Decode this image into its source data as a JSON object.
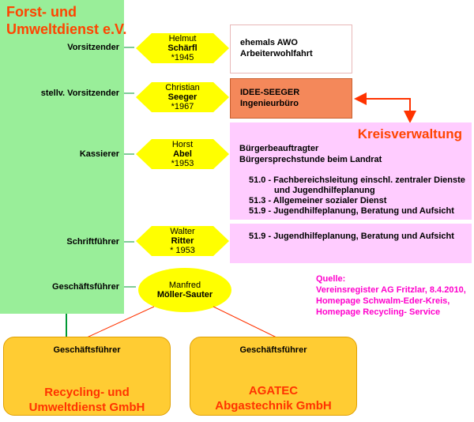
{
  "organization": {
    "title_line1": "Forst- und",
    "title_line2": "Umweltdienst  e.V."
  },
  "roles": {
    "vorsitzender": "Vorsitzender",
    "stellv": "stellv. Vorsitzender",
    "kassierer": "Kassierer",
    "schriftfuehrer": "Schriftführer",
    "geschaeftsfuehrer": "Geschäftsführer"
  },
  "persons": [
    {
      "first": "Helmut",
      "last": "Schärfl",
      "born": "*1945"
    },
    {
      "first": "Christian",
      "last": "Seeger",
      "born": "*1967"
    },
    {
      "first": "Horst",
      "last": "Abel",
      "born": "*1953"
    },
    {
      "first": "Walter",
      "last": "Ritter",
      "born": "* 1953"
    },
    {
      "first": "Manfred",
      "last": "Möller-Sauter"
    }
  ],
  "awo": {
    "line1": "ehemals AWO",
    "line2": "Arbeiterwohlfahrt"
  },
  "idee": {
    "line1": "IDEE-SEEGER",
    "line2": "Ingenieurbüro"
  },
  "kreis": {
    "title": "Kreisverwaltung",
    "line1": "Bürgerbeauftragter",
    "line2": "Bürgersprechstunde beim Landrat",
    "item1a": "51.0 - Fachbereichsleitung einschl. zentraler Dienste",
    "item1b": "und Jugendhilfeplanung",
    "item2": "51.3 - Allgemeiner sozialer Dienst",
    "item3": "51.9 - Jugendhilfeplanung, Beratung und Aufsicht",
    "item4": "51.9 - Jugendhilfeplanung, Beratung und Aufsicht"
  },
  "quelle": {
    "label": "Quelle:",
    "line1": "Vereinsregister AG Fritzlar, 8.4.2010,",
    "line2": "Homepage Schwalm-Eder-Kreis,",
    "line3": "Homepage Recycling- Service"
  },
  "companies": [
    {
      "role": "Geschäftsführer",
      "name_line1": "Recycling- und",
      "name_line2": "Umweltdienst GmbH"
    },
    {
      "role": "Geschäftsführer",
      "name_line1": "AGATEC",
      "name_line2": "Abgastechnik GmbH"
    }
  ],
  "colors": {
    "org_green": "#99ee99",
    "person_yellow": "#ffff00",
    "accent_red": "#ff4400",
    "kreis_pink": "#ffccff",
    "idee_orange": "#f4885a",
    "company_gold": "#ffcc33",
    "quelle_magenta": "#ff00cc"
  }
}
